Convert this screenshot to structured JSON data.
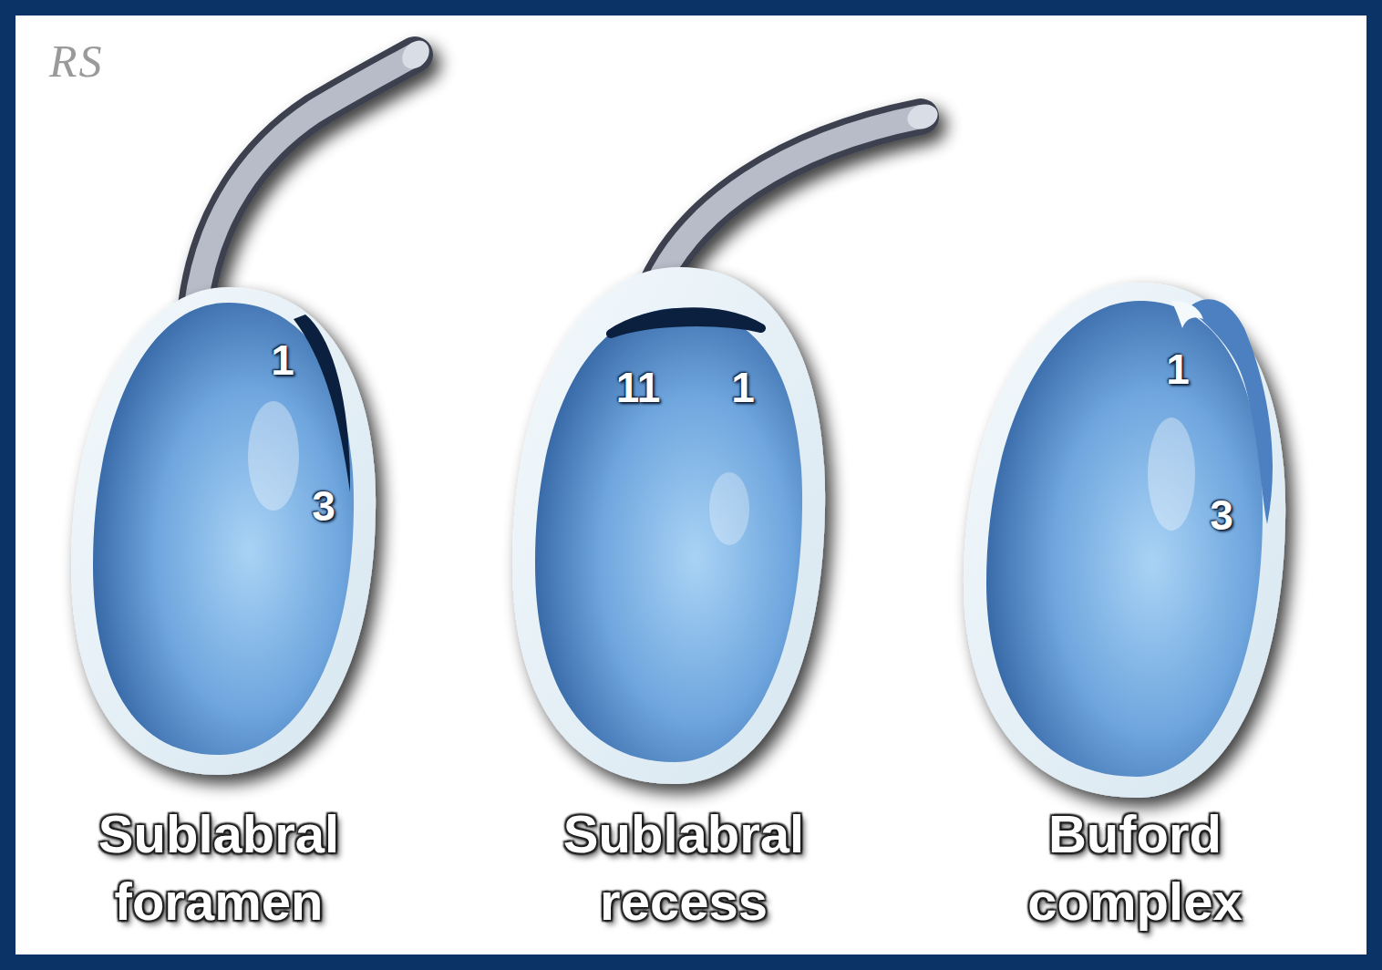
{
  "diagram": {
    "nodes": [
      {
        "text": [
          "1",
          "3",
          "Sublabral foramen"
        ]
      },
      {
        "text": [
          "11",
          "1",
          "Sublabral recess"
        ]
      },
      {
        "text": [
          "1",
          "3",
          "Buford complex"
        ]
      }
    ],
    "labels": [
      "RS"
    ]
  }
}
